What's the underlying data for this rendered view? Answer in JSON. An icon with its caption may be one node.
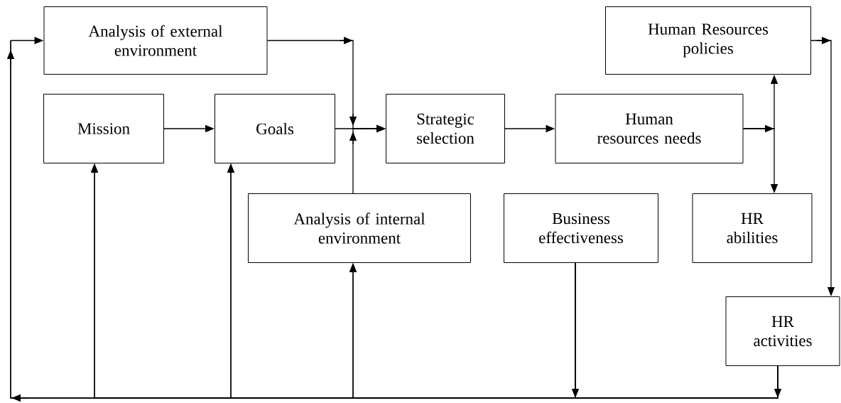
{
  "diagram": {
    "nodes": [
      {
        "text": [
          "Analysis of external environment"
        ]
      },
      {
        "text": [
          "Human Resources policies"
        ]
      },
      {
        "text": [
          "Mission"
        ]
      },
      {
        "text": [
          "Goals"
        ]
      },
      {
        "text": [
          "Strategic selection"
        ]
      },
      {
        "text": [
          "Human resources needs"
        ]
      },
      {
        "text": [
          "Analysis of internal environment"
        ]
      },
      {
        "text": [
          "Business effectiveness"
        ]
      },
      {
        "text": [
          "HR abilities"
        ]
      },
      {
        "text": [
          "HR activities"
        ]
      }
    ],
    "edges": [
      {
        "from": 2,
        "to": 3,
        "arrow": "to"
      },
      {
        "from": 3,
        "to": 4,
        "arrow": "to"
      },
      {
        "from": 0,
        "to": 4,
        "arrow": "to"
      },
      {
        "from": 6,
        "to": 4,
        "arrow": "to"
      },
      {
        "from": 4,
        "to": 5,
        "arrow": "to"
      },
      {
        "from": 5,
        "to": 1,
        "arrow": "to"
      },
      {
        "from": 5,
        "to": 8,
        "arrow": "to"
      },
      {
        "from": 1,
        "to": 9,
        "arrow": "to"
      },
      {
        "from": 9,
        "to": 0,
        "arrow": "to"
      },
      {
        "from": 9,
        "to": 2,
        "arrow": "to"
      },
      {
        "from": 9,
        "to": 3,
        "arrow": "to"
      },
      {
        "from": 9,
        "to": 6,
        "arrow": "to"
      },
      {
        "from": 7,
        "to": 0,
        "arrow": "to"
      },
      {
        "from": 7,
        "to": 2,
        "arrow": "to"
      },
      {
        "from": 7,
        "to": 3,
        "arrow": "to"
      },
      {
        "from": 7,
        "to": 6,
        "arrow": "to"
      }
    ]
  }
}
